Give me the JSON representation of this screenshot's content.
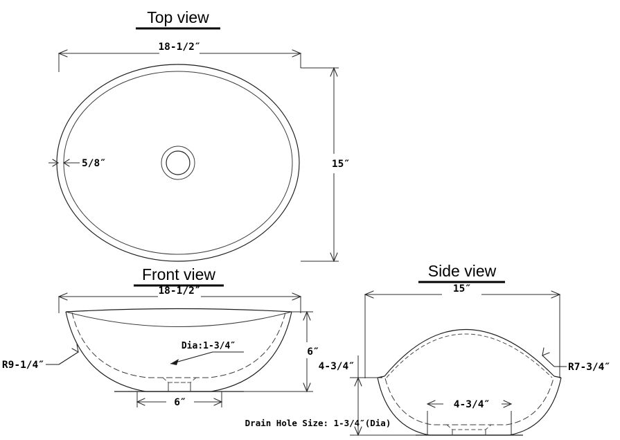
{
  "drawing": {
    "background_color": "#ffffff",
    "line_color": "#1b1b1b",
    "caption": "Drain Hole Size: 1-3/4″(Dia)"
  },
  "views": {
    "top": {
      "title": "Top view",
      "dimensions": {
        "width": "18-1/2″",
        "depth": "15″",
        "rim_thickness": "5/8″"
      }
    },
    "front": {
      "title": "Front view",
      "dimensions": {
        "width": "18-1/2″",
        "height": "6″",
        "base_width": "6″",
        "radius": "R9-1/4″",
        "drain": "Dia:1-3/4″"
      }
    },
    "side": {
      "title": "Side view",
      "dimensions": {
        "width": "15″",
        "height": "4-3/4″",
        "base_width": "4-3/4″",
        "radius": "R7-3/4″"
      }
    }
  }
}
